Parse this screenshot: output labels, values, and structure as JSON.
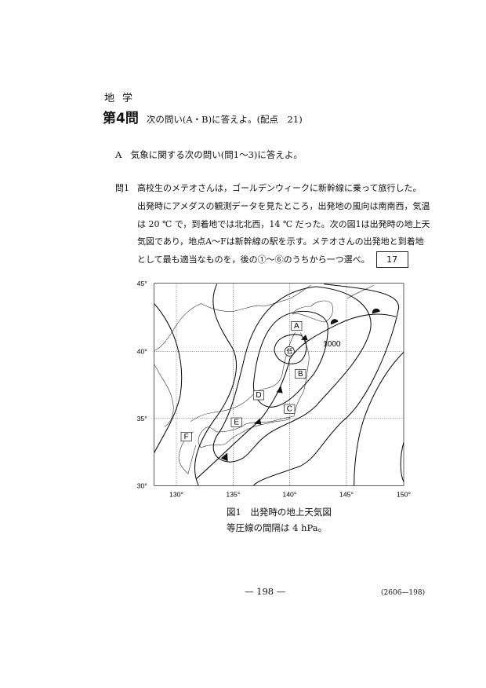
{
  "header": {
    "subject": "地学"
  },
  "question": {
    "number": "第4問",
    "title": "次の問い(A・B)に答えよ。(配点　21)"
  },
  "part_a": {
    "text": "A　気象に関する次の問い(問1～3)に答えよ。"
  },
  "q1": {
    "label": "問1",
    "lines": [
      "高校生のメテオさんは，ゴールデンウィークに新幹線に乗って旅行した。",
      "出発時にアメダスの観測データを見たところ，出発地の風向は南南西，気温",
      "は 20 ℃ で，到着地では北北西，14 ℃ だった。次の図1は出発時の地上天",
      "気図であり，地点A～Fは新幹線の駅を示す。メテオさんの出発地と到着地",
      "として最も適当なものを，後の①～⑥のうちから一つ選べ。"
    ],
    "answer_box": "17"
  },
  "figure": {
    "lat_ticks": [
      "45°",
      "40°",
      "35°",
      "30°"
    ],
    "lon_ticks": [
      "130°",
      "135°",
      "140°",
      "145°",
      "150°"
    ],
    "stations": [
      "A",
      "B",
      "C",
      "D",
      "E",
      "F"
    ],
    "low_label": "低",
    "isobar_label": "1000",
    "caption": "図1　出発時の地上天気図",
    "note": "等圧線の間隔は 4 hPa。"
  },
  "footer": {
    "page": "— 198 —",
    "code": "(2606—198)"
  }
}
